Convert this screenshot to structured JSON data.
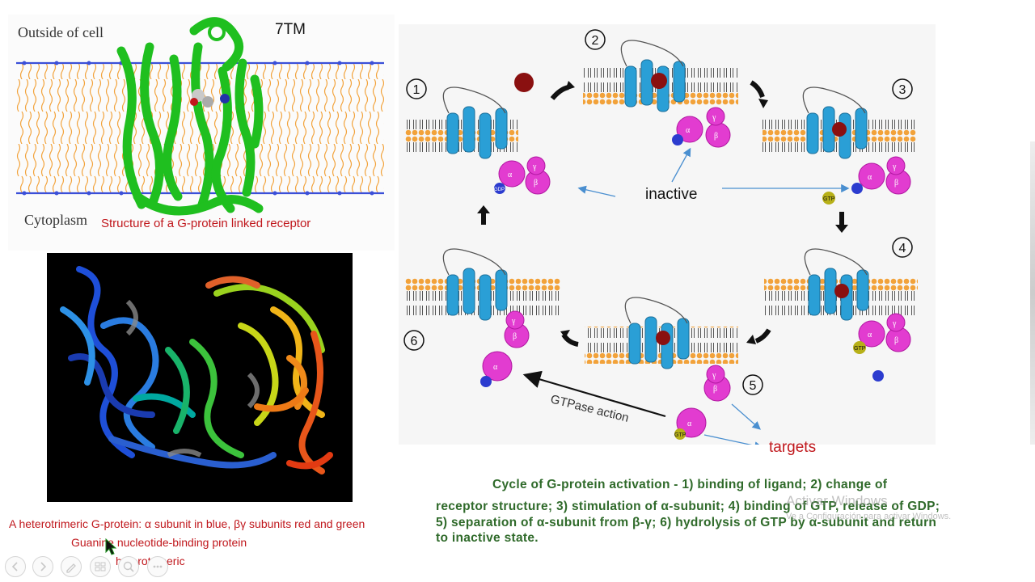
{
  "receptor_panel": {
    "outside_label": "Outside of cell",
    "cytoplasm_label": "Cytoplasm",
    "tm_label": "7TM",
    "caption": "Structure of a G-protein linked receptor"
  },
  "cycle_panel": {
    "step_numbers": [
      "1",
      "2",
      "3",
      "4",
      "5",
      "6"
    ],
    "inactive_label": "inactive",
    "gtpase_label": "GTPase action",
    "targets_label": "targets",
    "alpha_label": "α",
    "beta_label": "β",
    "gamma_label": "γ",
    "gtp_label": "GTP",
    "gdp_label": "GDP"
  },
  "cycle_caption": {
    "line1": "Cycle of G-protein activation - 1) binding of ligand; 2) change of",
    "line2": "receptor structure; 3) stimulation of α-subunit; 4) binding of GTP, release of GDP;",
    "line3": "5) separation of α-subunit from β-γ; 6) hydrolysis of GTP by α-subunit and return",
    "line4": "to inactive state."
  },
  "watermark": {
    "line1": "Activar Windows",
    "line2": "Ve a Configuración para activar Windows."
  },
  "structure_caption": {
    "line1": "A heterotrimeric G-protein: α subunit in blue, βγ subunits red and green",
    "line2": "Guanine nucleotide-binding protein",
    "line3": "heterotrimeric"
  },
  "colors": {
    "caption_red": "#c0171c",
    "caption_green": "#2f6a2a",
    "membrane_blue": "#3b4fd8",
    "lipid_orange": "#f2a23a",
    "receptor_green": "#1fbf1f",
    "helix_blue": "#2a9fd6",
    "subunit_magenta": "#e23cd0"
  },
  "slide_controls": [
    "prev-icon",
    "next-icon",
    "pen-icon",
    "slides-icon",
    "zoom-icon",
    "more-icon"
  ]
}
